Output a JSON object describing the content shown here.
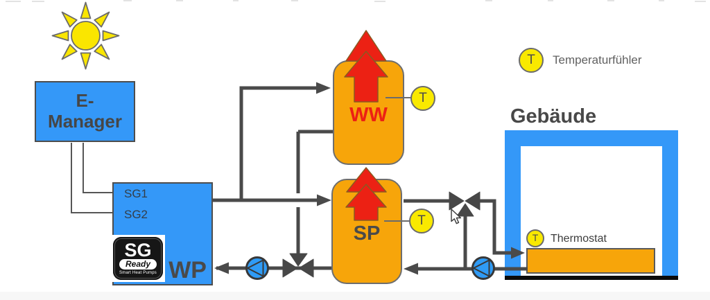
{
  "colors": {
    "box_blue": "#3498F8",
    "tank_orange": "#F7A50A",
    "heat_arrow_red": "#EC2114",
    "sensor_yellow": "#F9E900",
    "pipe_gray": "#4A4A4A"
  },
  "e_manager": {
    "line1": "E-",
    "line2": "Manager"
  },
  "heat_pump": {
    "sg1": "SG1",
    "sg2": "SG2",
    "label": "WP",
    "logo": {
      "sg": "SG",
      "ready": "Ready",
      "subtitle": "Smart Heat Pumps"
    }
  },
  "tanks": {
    "ww": {
      "label": "WW",
      "sensor": "T"
    },
    "sp": {
      "label": "SP",
      "sensor": "T"
    }
  },
  "legend": {
    "symbol": "T",
    "label": "Temperaturfühler"
  },
  "building": {
    "title": "Gebäude",
    "thermostat": {
      "symbol": "T",
      "label": "Thermostat"
    }
  }
}
